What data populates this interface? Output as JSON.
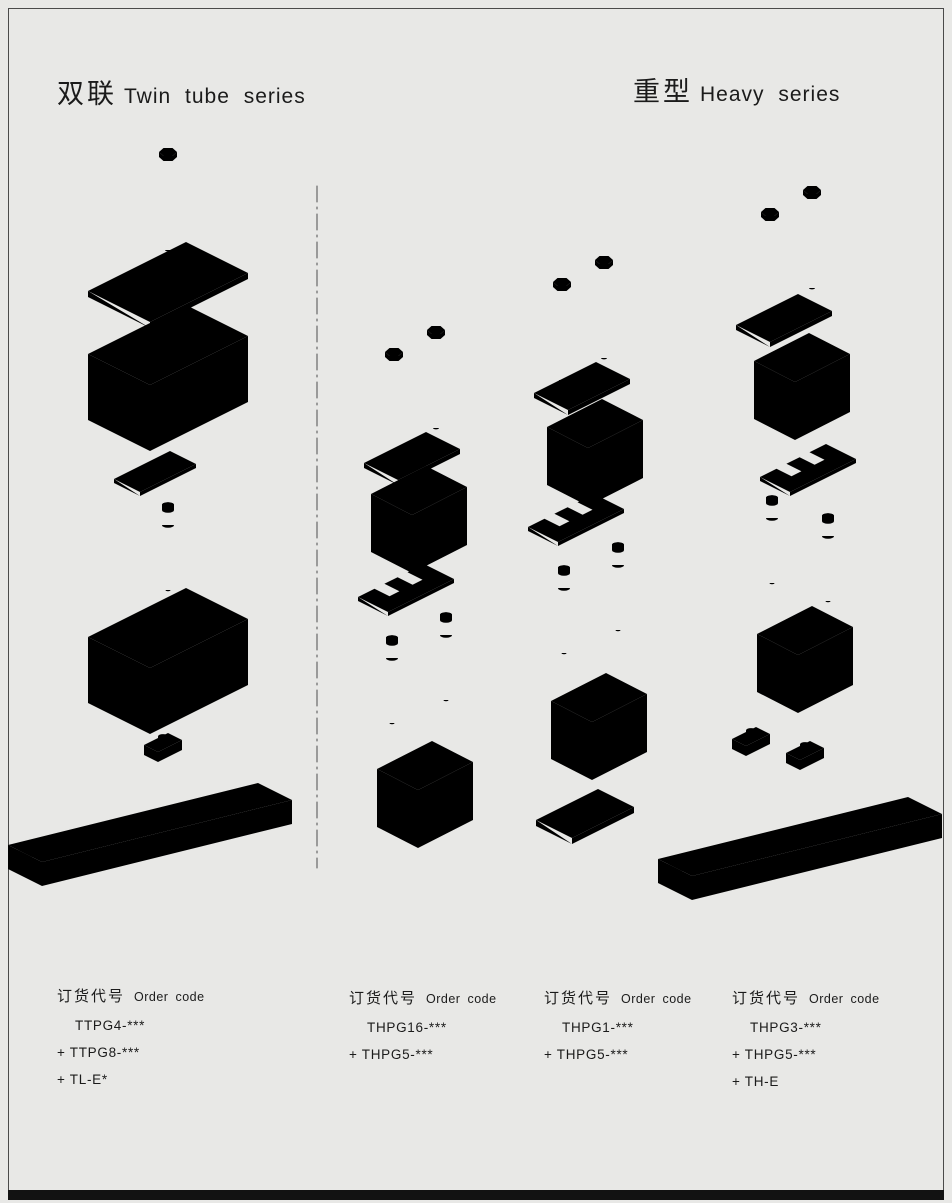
{
  "page": {
    "background_color": "#e8e8e6",
    "line_color": "#3c3c3c",
    "bottom_bar_color": "#121212"
  },
  "headings": {
    "left": {
      "cn": "双联",
      "en": "Twin tube series"
    },
    "right": {
      "cn": "重型",
      "en": "Heavy series"
    }
  },
  "order_blocks": [
    {
      "label_cn": "订货代号",
      "label_en": "Order code",
      "lines": [
        "TTPG4-***",
        "+ TTPG8-***",
        "+ TL-E*"
      ]
    },
    {
      "label_cn": "订货代号",
      "label_en": "Order code",
      "lines": [
        "THPG16-***",
        "+ THPG5-***"
      ]
    },
    {
      "label_cn": "订货代号",
      "label_en": "Order code",
      "lines": [
        "THPG1-***",
        "+ THPG5-***"
      ]
    },
    {
      "label_cn": "订货代号",
      "label_en": "Order code",
      "lines": [
        "THPG3-***",
        "+ THPG5-***",
        "+ TH-E"
      ]
    }
  ]
}
